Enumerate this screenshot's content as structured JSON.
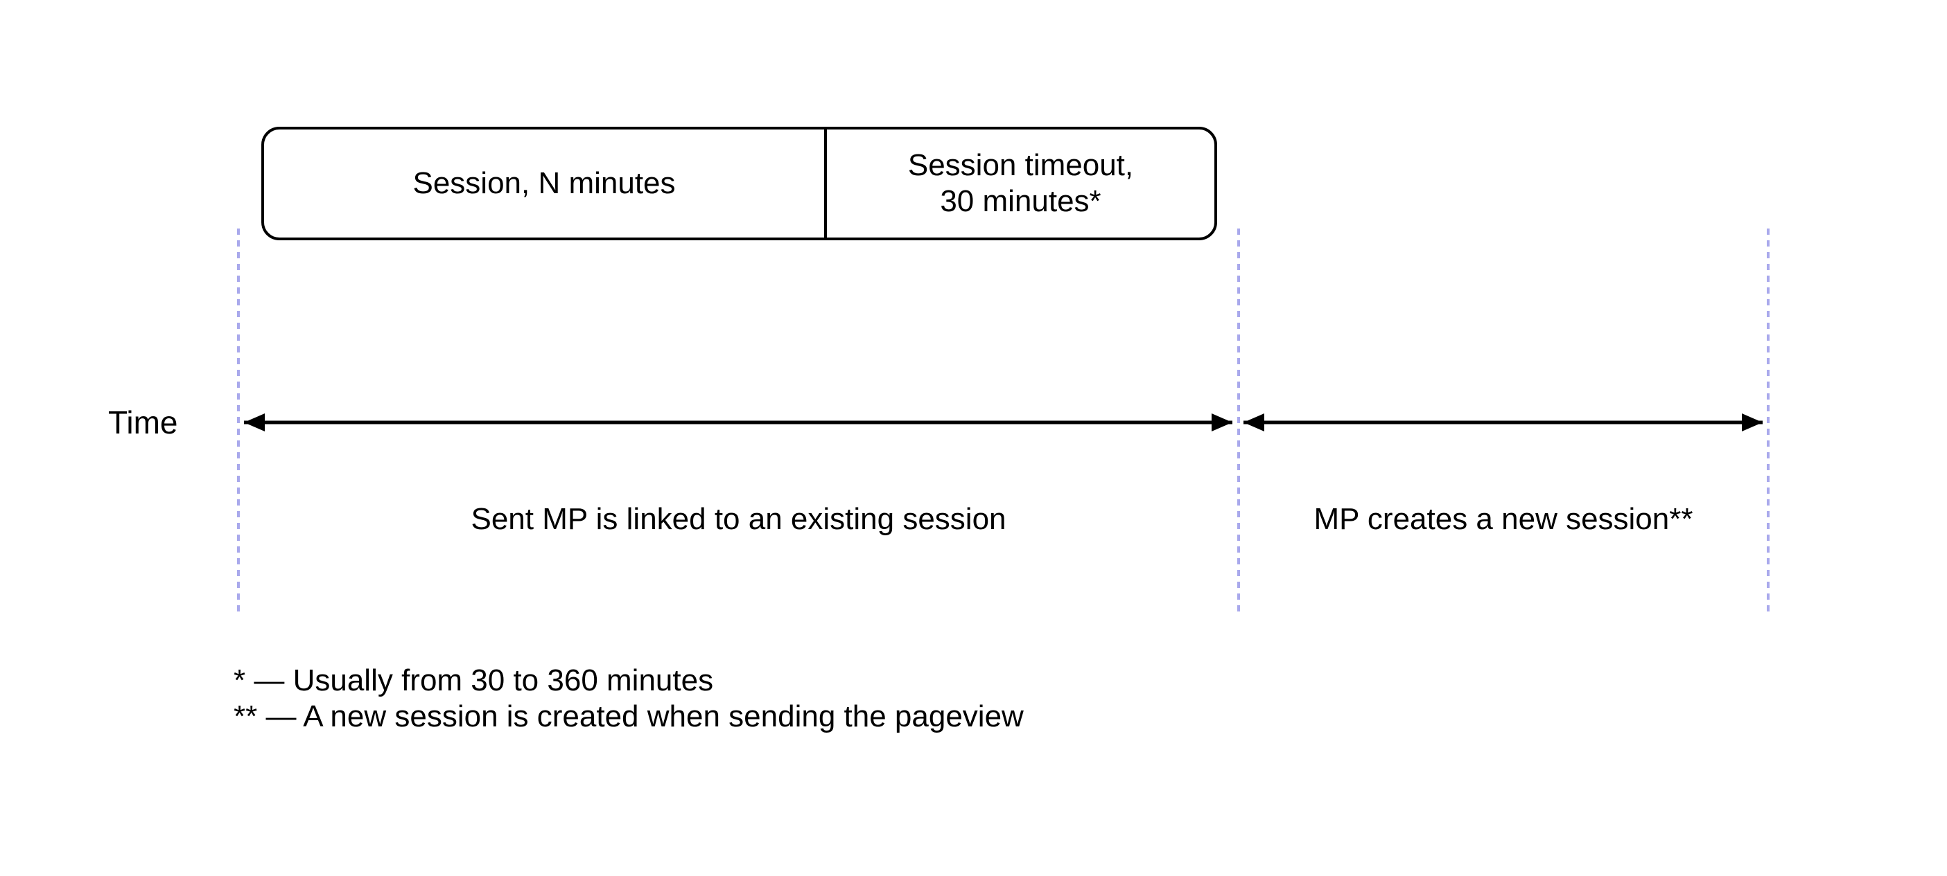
{
  "colors": {
    "background": "#ffffff",
    "line": "#000000",
    "text": "#000000",
    "dashed_guideline": "#a9a9ec"
  },
  "timeline": {
    "axis_label": "Time",
    "session_box": {
      "segment1_label": "Session, N minutes",
      "segment2_label": "Session timeout,\n30 minutes*"
    },
    "regions": {
      "left_label": "Sent MP is linked to an existing session",
      "right_label": "MP creates a new session**"
    }
  },
  "footnotes": [
    "* — Usually from 30 to 360 minutes",
    "** — A new session is created when sending the pageview"
  ]
}
